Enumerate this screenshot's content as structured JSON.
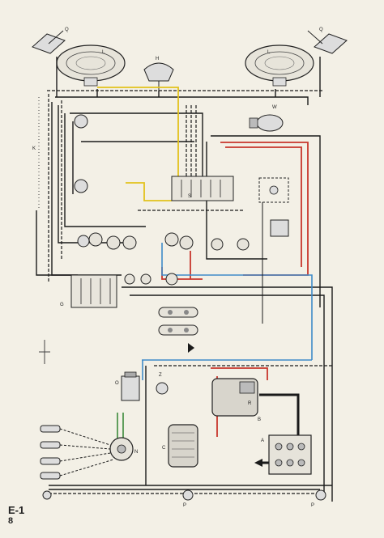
{
  "page": {
    "code": "E-1",
    "number": "8"
  },
  "labels": {
    "horn": "H",
    "headlight_left": "L",
    "headlight_right": "L",
    "left_top": "Q",
    "right_top": "Q",
    "wiper": "W",
    "fuse_box": "S",
    "coil": "O",
    "regulator": "R",
    "starter": "B",
    "generator": "C",
    "battery": "A",
    "distributor": "N",
    "horn_button": "Z",
    "lower_left_g": "G",
    "side_k": "K",
    "tail_left": "P",
    "tail_right": "P"
  },
  "colors": {
    "paper": "#f3f0e6",
    "black": "#1a1a1a",
    "red": "#c8362c",
    "yellow": "#e2c21c",
    "blue": "#3f8bc9",
    "green": "#3c8a3a",
    "brown": "#7a4b2a",
    "grey": "#8a8a8a"
  }
}
